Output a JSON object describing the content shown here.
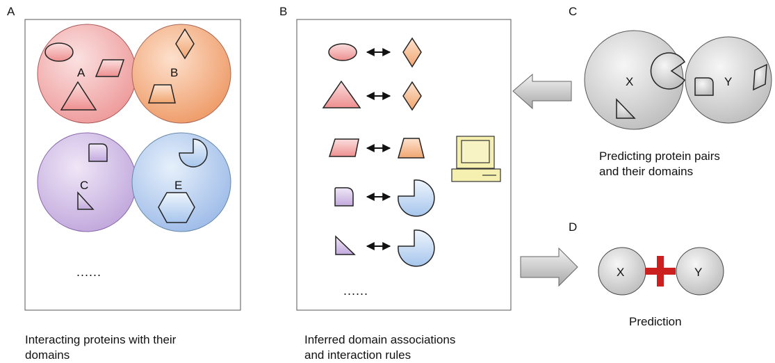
{
  "panels": {
    "a": {
      "letter": "A",
      "caption_line1": "Interacting proteins with their",
      "caption_line2": "domains",
      "protein_labels": {
        "a": "A",
        "b": "B",
        "c": "C",
        "e": "E"
      },
      "ellipsis": "......"
    },
    "b": {
      "letter": "B",
      "caption_line1": "Inferred domain associations",
      "caption_line2": "and interaction rules",
      "ellipsis": "......"
    },
    "c": {
      "letter": "C",
      "caption_line1": "Predicting protein pairs",
      "caption_line2": "and their domains",
      "protein_labels": {
        "x": "X",
        "y": "Y"
      }
    },
    "d": {
      "letter": "D",
      "caption": "Prediction",
      "protein_labels": {
        "x": "X",
        "y": "Y"
      }
    }
  },
  "colors": {
    "protein_a": "#f2a6a6",
    "protein_b": "#f0a777",
    "protein_c": "#c9b3df",
    "protein_e": "#a9c4ea",
    "query_protein": "#c8c8c8",
    "plus_sign": "#cc1f1f",
    "computer_screen": "#f5f0b0"
  },
  "icons": [
    "bidirectional-arrow-icon",
    "computer-icon",
    "block-arrow-left-icon",
    "block-arrow-right-icon",
    "plus-icon"
  ]
}
